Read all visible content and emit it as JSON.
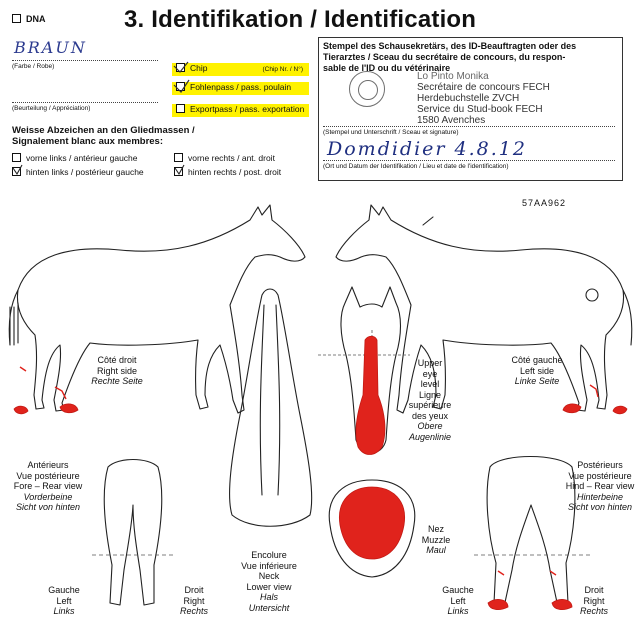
{
  "header": {
    "dna_label": "DNA",
    "title": "3. Identifikation / Identification"
  },
  "form": {
    "color_value": "BRAUN",
    "color_caption": "(Farbe / Robe)",
    "assessment_caption": "(Beurteilung / Appréciation)",
    "chip_label": "Chip",
    "chip_no_label": "(Chip Nr. / N°)",
    "foal_passport_label": "Fohlenpass / pass. poulain",
    "export_passport_label": "Exportpass / pass. exportation",
    "white_markings_heading_1": "Weisse Abzeichen an den Gliedmassen /",
    "white_markings_heading_2": "Signalement blanc aux membres:",
    "limbs": [
      {
        "label": "vorne links / antérieur gauche",
        "checked": false
      },
      {
        "label": "vorne rechts / ant. droit",
        "checked": false
      },
      {
        "label": "hinten links / postérieur gauche",
        "checked": true
      },
      {
        "label": "hinten rechts / post. droit",
        "checked": true
      }
    ]
  },
  "stamp_box": {
    "heading_1": "Stempel des Schausekretärs, des ID-Beauftragten oder des",
    "heading_2": "Tierarztes / Sceau du secrétaire de concours, du respon-",
    "heading_3": "sable de l'ID ou du vétérinaire",
    "stamp_name": "Lo Pinto Monika",
    "stamp_line_1": "Secrétaire de concours FECH",
    "stamp_line_2": "Herdebuchstelle ZVCH",
    "stamp_line_3": "Service du Stud-book FECH",
    "stamp_line_4": "1580 Avenches",
    "signature_caption": "(Stempel und Unterschrift / Sceau et signature)",
    "handwritten_place_date": "Domdidier 4.8.12",
    "place_date_caption": "(Ort und Datum der Identifikation / Lieu et date de l'identification)"
  },
  "diagram": {
    "id_code": "57AA962",
    "right_side": [
      "Côté droit",
      "Right side",
      "Rechte Seite"
    ],
    "left_side": [
      "Côté gauche",
      "Left side",
      "Linke Seite"
    ],
    "eye_level": [
      "Upper",
      "eye",
      "level",
      "Ligne",
      "supérieure",
      "des yeux",
      "Obere",
      "Augenlinie"
    ],
    "muzzle": [
      "Nez",
      "Muzzle",
      "Maul"
    ],
    "neck": [
      "Encolure",
      "Vue inférieure",
      "Neck",
      "Lower view",
      "Hals",
      "Untersicht"
    ],
    "fore_view": [
      "Antérieurs",
      "Vue postérieure",
      "Fore – Rear view",
      "Vorderbeine",
      "Sicht von hinten"
    ],
    "hind_view": [
      "Postérieurs",
      "Vue postérieure",
      "Hind – Rear view",
      "Hinterbeine",
      "Sicht von hinten"
    ],
    "left_fore": [
      "Gauche",
      "Left",
      "Links"
    ],
    "right_fore": [
      "Droit",
      "Right",
      "Rechts"
    ],
    "left_hind": [
      "Gauche",
      "Left",
      "Links"
    ],
    "right_hind": [
      "Droit",
      "Right",
      "Rechts"
    ]
  }
}
